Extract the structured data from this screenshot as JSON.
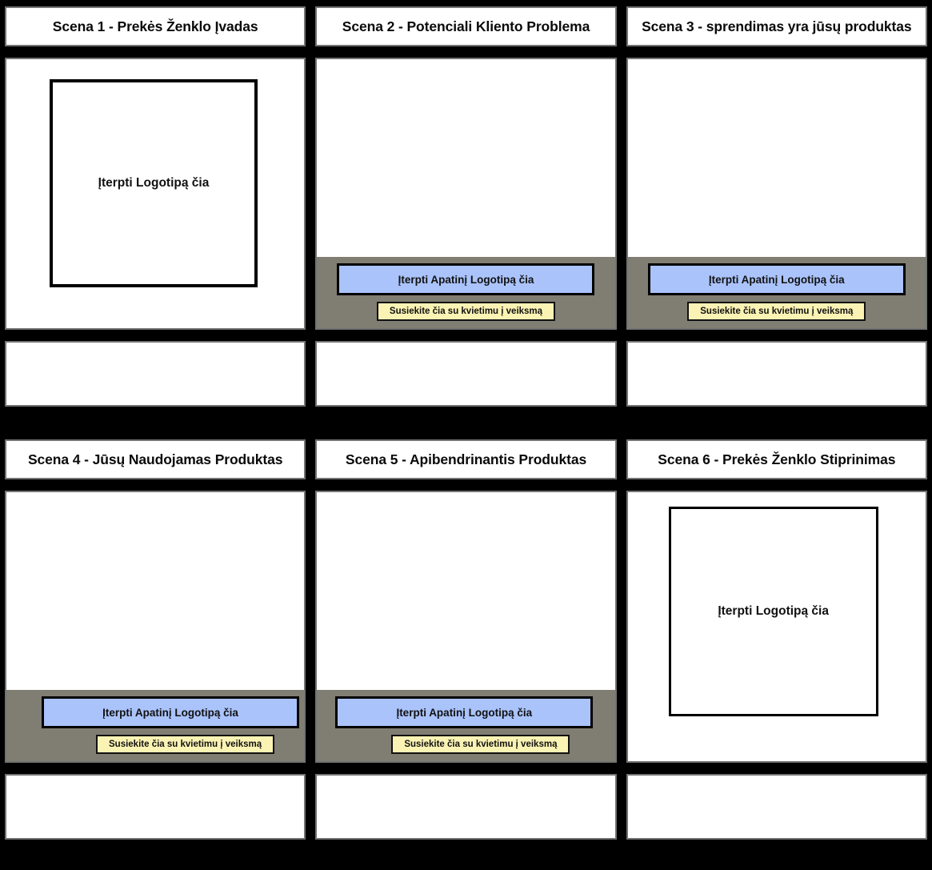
{
  "board": {
    "background_color": "#000000",
    "cell_border_color": "#737373",
    "banner_background_color": "#807d73",
    "bottom_logo_color": "#aac3fb",
    "cta_color": "#fbf3b4"
  },
  "sections": [
    {
      "id": "section-a",
      "scenes": [
        {
          "id": "scene-1",
          "title": "Scena 1 - Prekės Ženklo Įvadas",
          "logo_placeholder": "Įterpti Logotipą čia",
          "caption": ""
        },
        {
          "id": "scene-2",
          "title": "Scena 2 - Potenciali Kliento Problema",
          "bottom_logo_placeholder": "Įterpti Apatinį Logotipą čia",
          "cta_label": "Susiekite čia su kvietimu į veiksmą",
          "caption": ""
        },
        {
          "id": "scene-3",
          "title": "Scena 3 - sprendimas yra jūsų produktas",
          "bottom_logo_placeholder": "Įterpti Apatinį Logotipą čia",
          "cta_label": "Susiekite čia su kvietimu į veiksmą",
          "caption": ""
        }
      ]
    },
    {
      "id": "section-b",
      "scenes": [
        {
          "id": "scene-4",
          "title": "Scena 4 - Jūsų Naudojamas Produktas",
          "bottom_logo_placeholder": "Įterpti Apatinį Logotipą čia",
          "cta_label": "Susiekite čia su kvietimu į veiksmą",
          "caption": ""
        },
        {
          "id": "scene-5",
          "title": "Scena 5 - Apibendrinantis Produktas",
          "bottom_logo_placeholder": "Įterpti Apatinį Logotipą čia",
          "cta_label": "Susiekite čia su kvietimu į veiksmą",
          "caption": ""
        },
        {
          "id": "scene-6",
          "title": "Scena 6 - Prekės Ženklo Stiprinimas",
          "logo_placeholder": "Įterpti Logotipą čia",
          "caption": ""
        }
      ]
    }
  ]
}
